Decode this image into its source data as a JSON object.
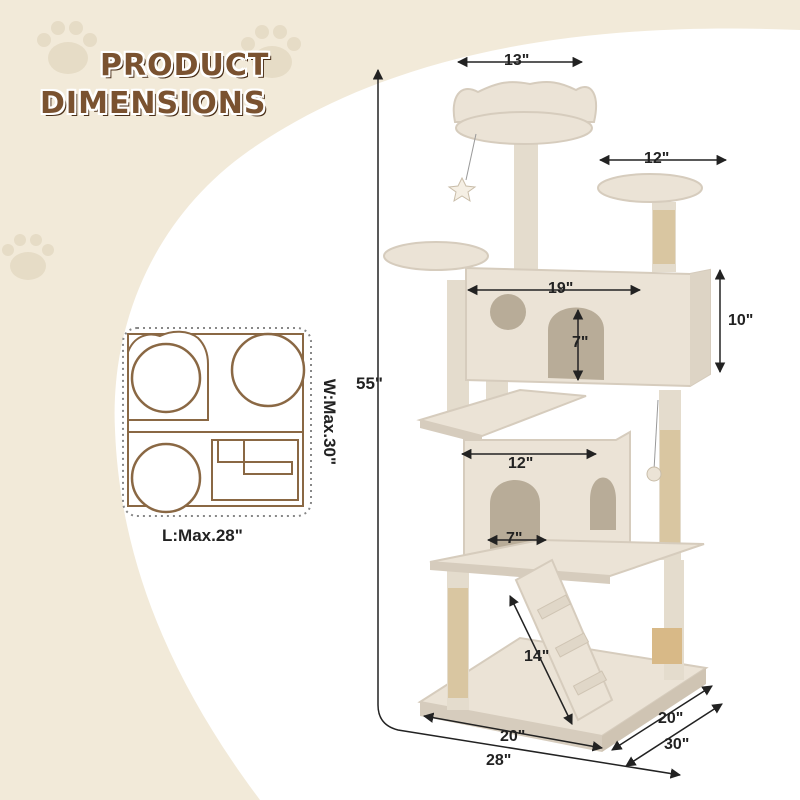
{
  "title": {
    "line1": "PRODUCT",
    "line2": "DIMENSIONS"
  },
  "colors": {
    "background_cream": "#f2ead9",
    "paw": "#e6dcc6",
    "brown": "#7a5230",
    "plush": "#ebe3d6",
    "plush_shade": "#d6ccbd",
    "sisal": "#d9c6a1",
    "outline": "#8a6844"
  },
  "dimensions": {
    "top_perch": "13\"",
    "right_platform": "12\"",
    "condo_width": "19\"",
    "condo_height": "10\"",
    "condo_door": "7\"",
    "lower_condo_width": "12\"",
    "lower_condo_door": "7\"",
    "total_height": "55\"",
    "ramp": "14\"",
    "base_width": "20\"",
    "base_depth": "20\"",
    "footprint_length": "28\"",
    "footprint_width": "30\""
  },
  "footprint": {
    "width_label": "W:Max.30\"",
    "length_label": "L:Max.28\""
  }
}
